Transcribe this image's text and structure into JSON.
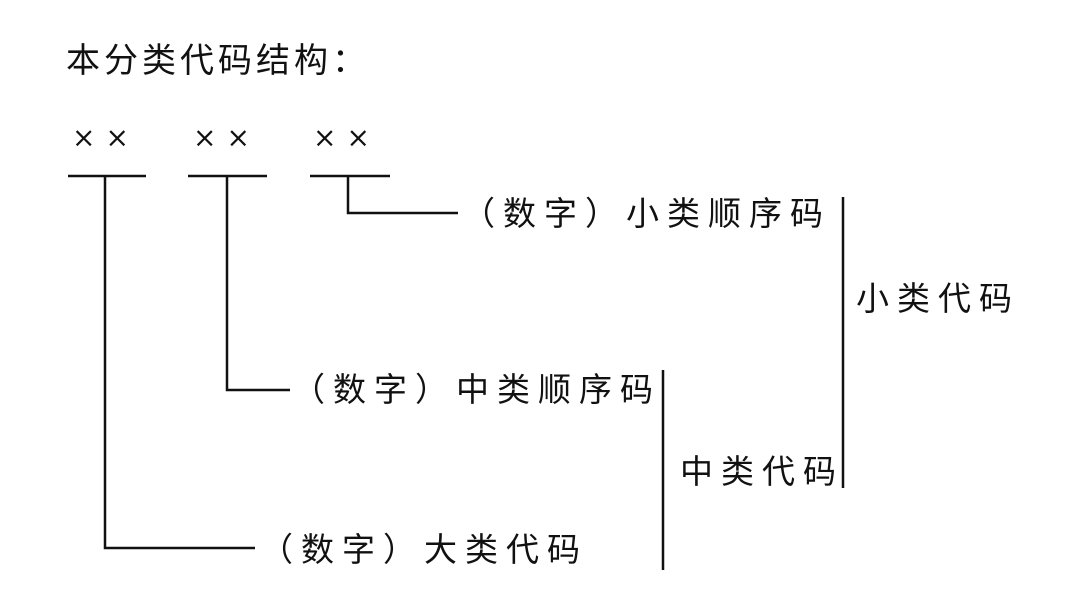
{
  "title": "本分类代码结构：",
  "code_groups": [
    "××",
    "××",
    "××"
  ],
  "labels": {
    "small_sequence": "（数字）小类顺序码",
    "middle_sequence": "（数字）中类顺序码",
    "major_code": "（数字）大类代码",
    "small_code": "小类代码",
    "middle_code": "中类代码"
  }
}
